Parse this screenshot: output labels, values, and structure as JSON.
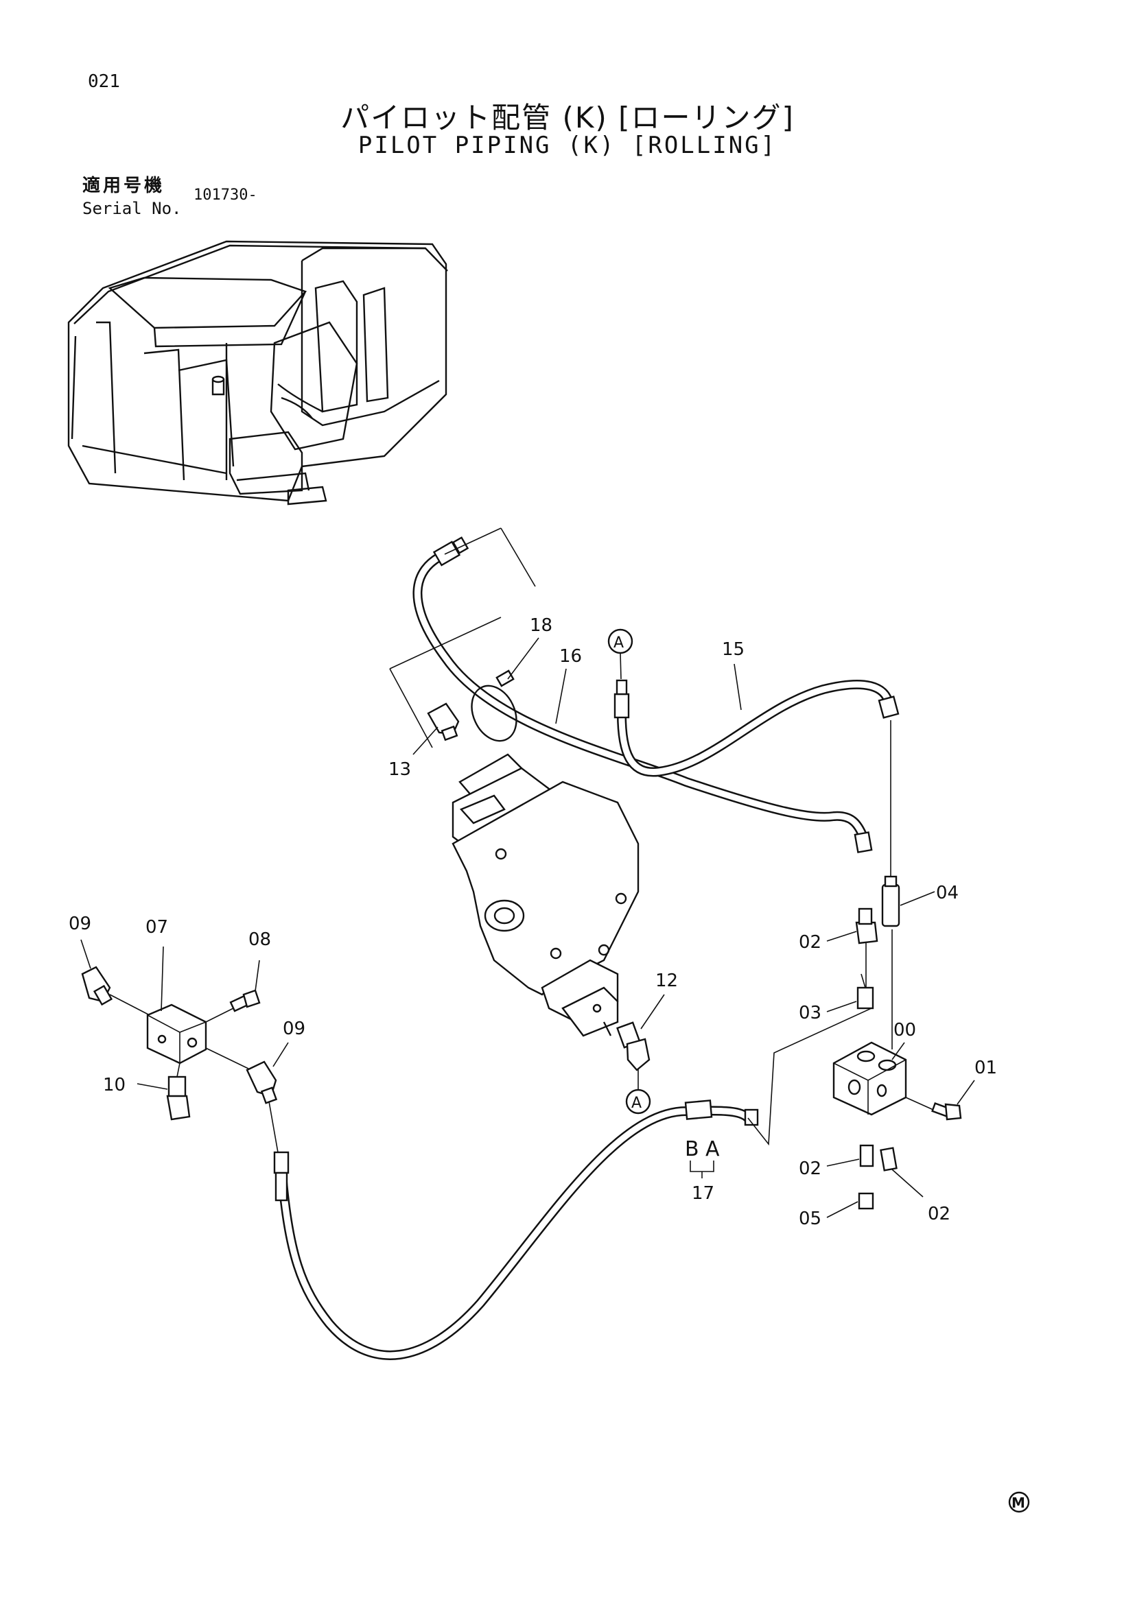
{
  "header": {
    "page_number": "021",
    "title_jp": "パイロット配管 (K) [ローリング]",
    "title_en": "PILOT PIPING (K) [ROLLING]"
  },
  "serial": {
    "label_jp": "適用号機",
    "label_en": "Serial No.",
    "value": "101730-"
  },
  "callouts": {
    "c18": "18",
    "c16": "16",
    "c15": "15",
    "c13": "13",
    "c12": "12",
    "c04": "04",
    "c02a": "02",
    "c03": "03",
    "c00": "00",
    "c01": "01",
    "c02b": "02",
    "c02c": "02",
    "c05": "05",
    "c17": "17",
    "c09a": "09",
    "c07": "07",
    "c08": "08",
    "c09b": "09",
    "c10": "10"
  },
  "markers": {
    "connection_a": "A",
    "hose_end_b": "B",
    "hose_end_a": "A",
    "corner_mark": "M"
  }
}
